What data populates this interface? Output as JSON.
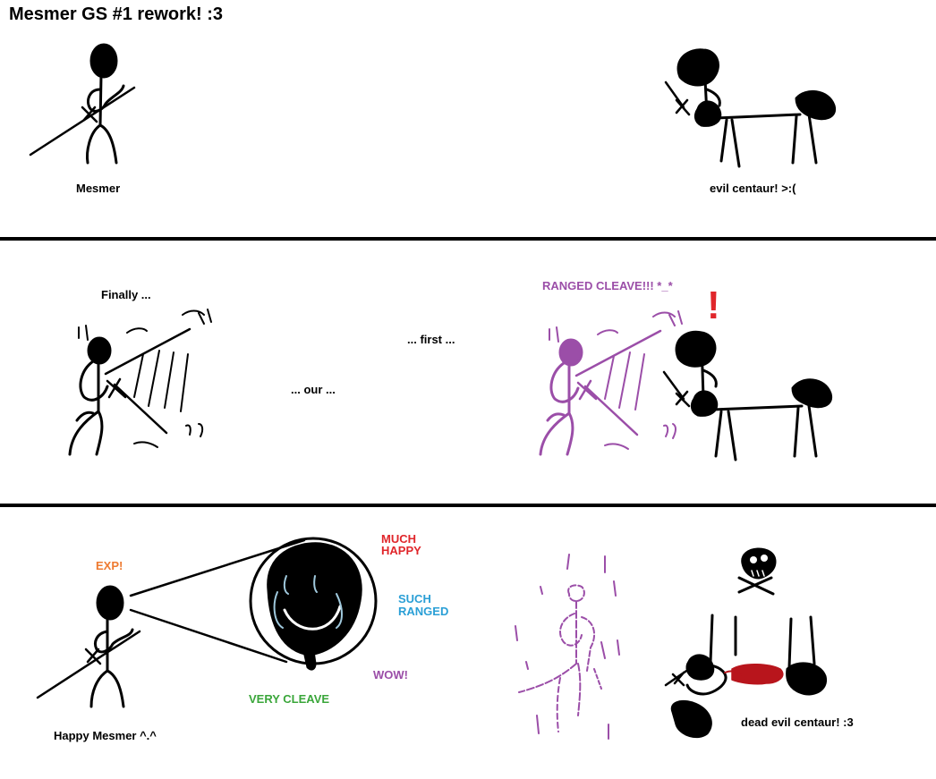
{
  "title": "Mesmer GS #1 rework! :3",
  "colors": {
    "ink": "#000000",
    "purple": "#9b4ea8",
    "red": "#e0262b",
    "blood": "#b8151c",
    "orange": "#ee7a30",
    "blue": "#2a9fd6",
    "green": "#3aa63a",
    "tear": "#9fc8dc"
  },
  "panel1": {
    "mesmer_label": "Mesmer",
    "centaur_label": "evil centaur! >:("
  },
  "panel2": {
    "finally": "Finally ...",
    "our": "... our ...",
    "first": "... first ...",
    "ranged_cleave": "RANGED CLEAVE!!! *_*",
    "exclaim": "!"
  },
  "panel3": {
    "exp": "EXP!",
    "much_happy_1": "MUCH",
    "much_happy_2": "HAPPY",
    "such_ranged_1": "SUCH",
    "such_ranged_2": "RANGED",
    "wow": "WOW!",
    "very_cleave": "VERY CLEAVE",
    "happy_mesmer": "Happy Mesmer ^.^",
    "dead_centaur": "dead evil centaur! :3"
  }
}
